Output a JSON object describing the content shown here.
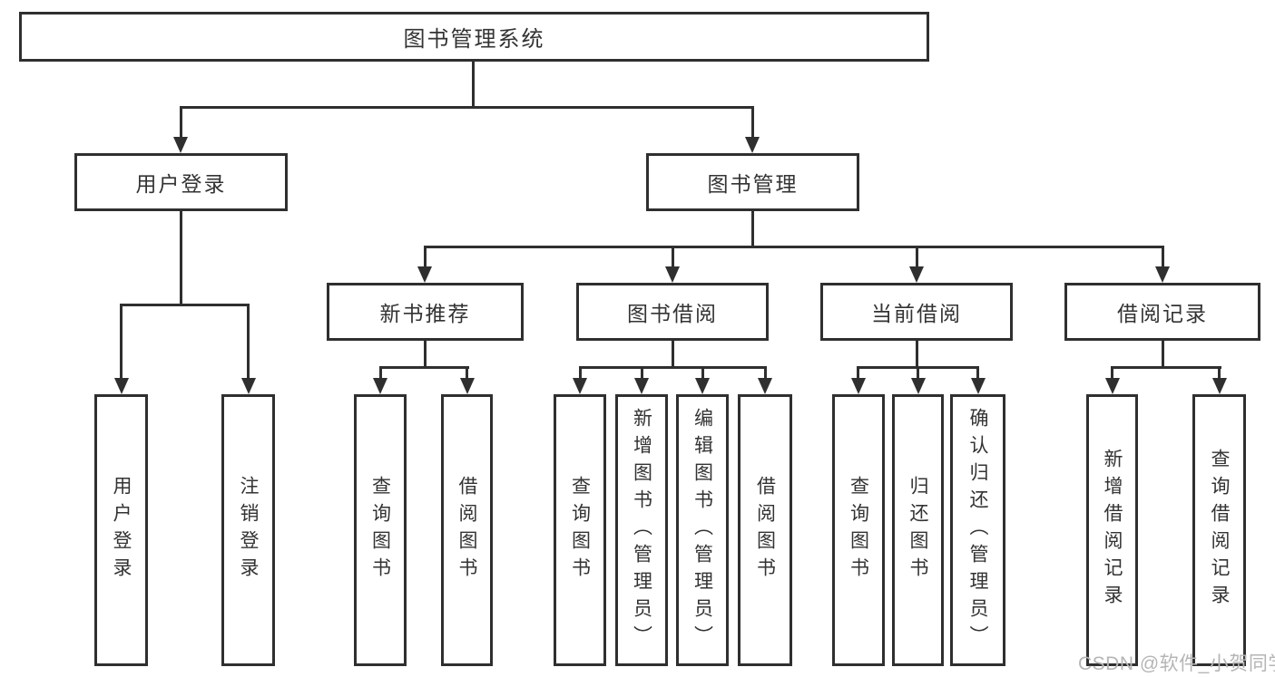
{
  "tree": {
    "label": "图书管理系统",
    "children": [
      {
        "label": "用户登录",
        "children": [
          {
            "label": "用户登录"
          },
          {
            "label": "注销登录"
          }
        ]
      },
      {
        "label": "图书管理",
        "children": [
          {
            "label": "新书推荐",
            "children": [
              {
                "label": "查询图书"
              },
              {
                "label": "借阅图书"
              }
            ]
          },
          {
            "label": "图书借阅",
            "children": [
              {
                "label": "查询图书"
              },
              {
                "label": "新增图书（管理员）"
              },
              {
                "label": "编辑图书（管理员）"
              },
              {
                "label": "借阅图书"
              }
            ]
          },
          {
            "label": "当前借阅",
            "children": [
              {
                "label": "查询图书"
              },
              {
                "label": "归还图书"
              },
              {
                "label": "确认归还（管理员）"
              }
            ]
          },
          {
            "label": "借阅记录",
            "children": [
              {
                "label": "新增借阅记录"
              },
              {
                "label": "查询借阅记录"
              }
            ]
          }
        ]
      }
    ]
  },
  "watermark": {
    "text": "CSDN @软件_小贺同学"
  },
  "colors": {
    "line": "#2f2f2f",
    "text": "#333333",
    "background": "#ffffff",
    "watermark": "#b5b5b5"
  }
}
